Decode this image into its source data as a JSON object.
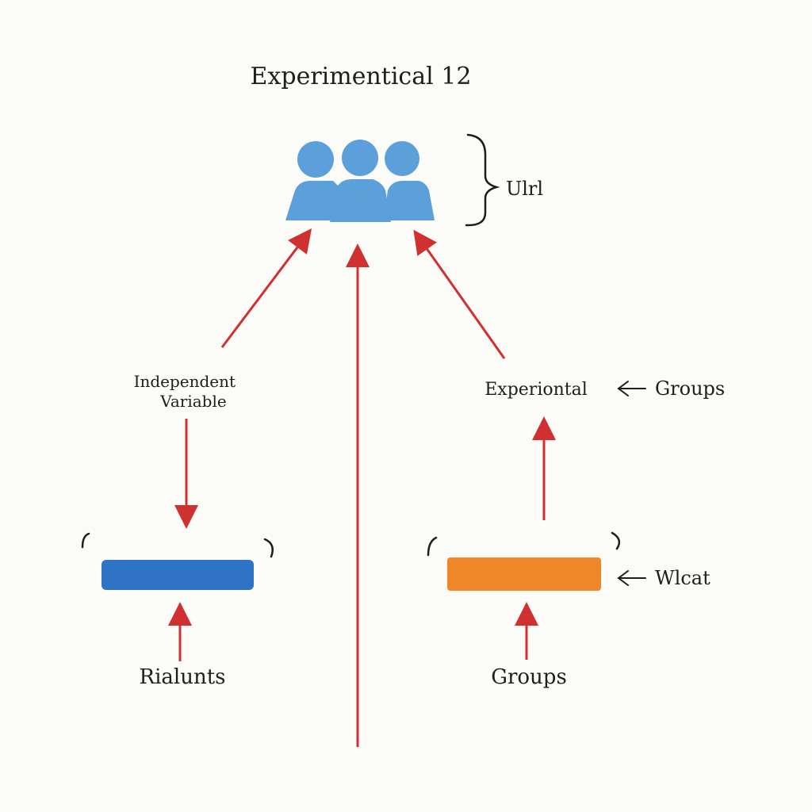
{
  "diagram": {
    "title": "Experimentical 12",
    "brace_label": "Ulrl",
    "independent_variable": [
      "Independent",
      "Variable"
    ],
    "experimental_label": "Experiontal",
    "groups_side_label": "Groups",
    "wlcat_label": "Wlcat",
    "left_bottom_label": "Rialunts",
    "right_bottom_label": "Groups"
  },
  "colors": {
    "background": "#fbfbf7",
    "people": "#5b9fdb",
    "arrow": "#d03030",
    "bar_blue": "#2e73c4",
    "bar_orange": "#f0862a",
    "ink": "#1e1e1e"
  },
  "icons": [
    "people-group-icon",
    "brace-icon",
    "left-arrow-icon"
  ]
}
